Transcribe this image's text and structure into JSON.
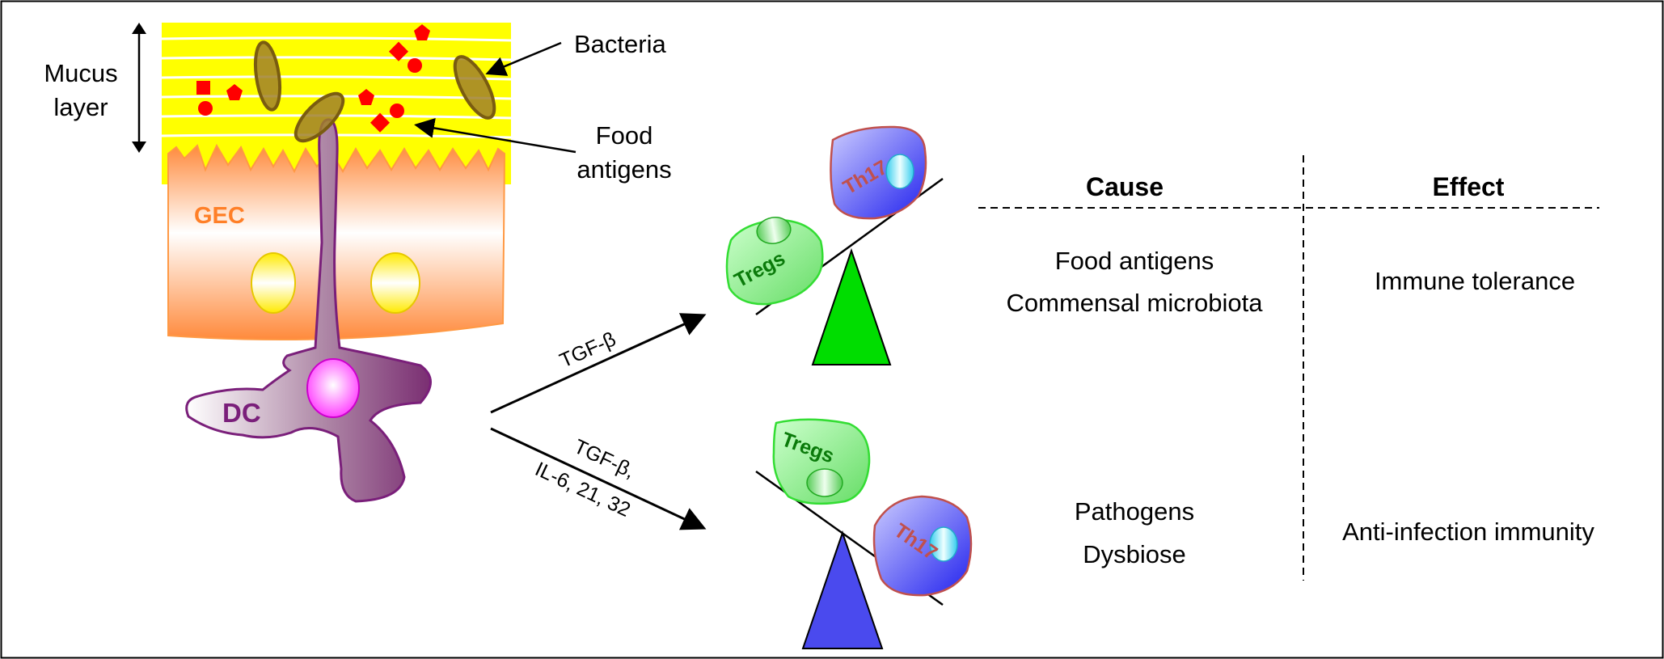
{
  "colors": {
    "mucus": "#ffff00",
    "epithelium_top": "#ff8a3c",
    "epithelium_mid": "#ffffff",
    "gec_label": "#ff7f27",
    "dc_body": "#9a5f8f",
    "dc_label": "#7a1f7a",
    "dc_nucleus": "#ff33ff",
    "bacteria": "#a0802a",
    "food_antigen": "#ff0000",
    "tregs_fill": "#99ee99",
    "tregs_text": "#0a7a0a",
    "th17_fill": "#6666ff",
    "th17_text": "#c0504d",
    "fulcrum_tolerance": "#00dd00",
    "fulcrum_infection": "#4a4aee"
  },
  "labels": {
    "mucus_layer_line1": "Mucus",
    "mucus_layer_line2": "layer",
    "bacteria": "Bacteria",
    "food_antigens_line1": "Food",
    "food_antigens_line2": "antigens",
    "gec": "GEC",
    "dc": "DC",
    "signal_tolerance": "TGF-β",
    "signal_infection_line1": "TGF-β,",
    "signal_infection_line2": "IL-6, 21, 32",
    "tregs": "Tregs",
    "th17": "Th17"
  },
  "table": {
    "header_cause": "Cause",
    "header_effect": "Effect",
    "rows": [
      {
        "cause_line1": "Food antigens",
        "cause_line2": "Commensal microbiota",
        "effect": "Immune tolerance"
      },
      {
        "cause_line1": "Pathogens",
        "cause_line2": "Dysbiose",
        "effect": "Anti-infection immunity"
      }
    ]
  }
}
